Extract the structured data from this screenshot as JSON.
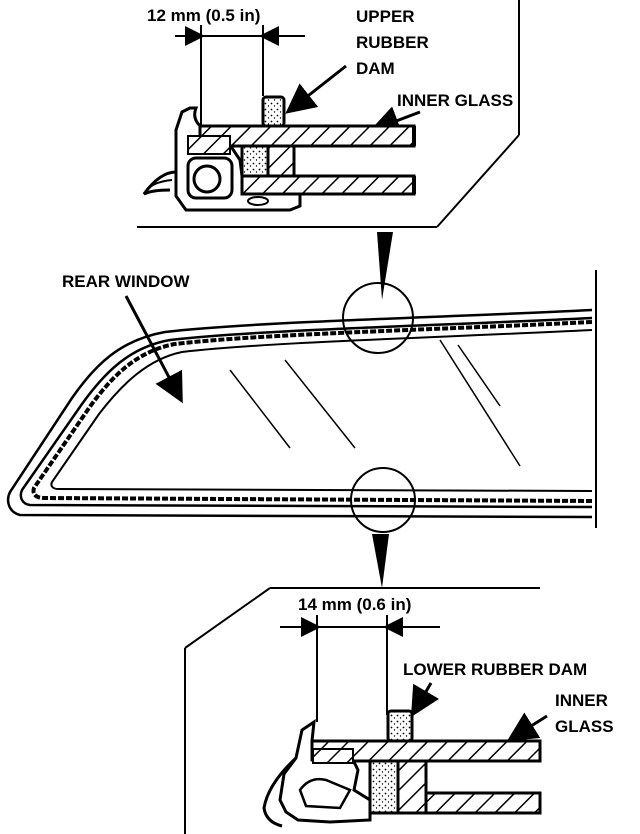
{
  "labels": {
    "upper_dimension": "12 mm (0.5 in)",
    "upper_rubber_dam_line1": "UPPER",
    "upper_rubber_dam_line2": "RUBBER",
    "upper_rubber_dam_line3": "DAM",
    "upper_inner_glass": "INNER GLASS",
    "rear_window": "REAR WINDOW",
    "lower_dimension": "14 mm (0.6 in)",
    "lower_rubber_dam": "LOWER RUBBER DAM",
    "lower_inner_glass_line1": "INNER",
    "lower_inner_glass_line2": "GLASS"
  },
  "colors": {
    "ink": "#000000",
    "paper": "#ffffff"
  }
}
